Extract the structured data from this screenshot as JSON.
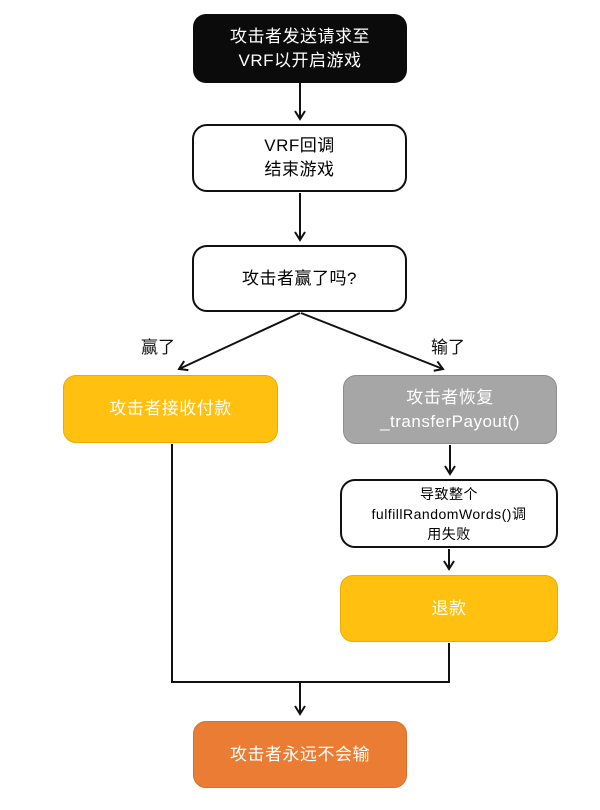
{
  "flowchart": {
    "nodes": {
      "start": {
        "label": "攻击者发送请求至\nVRF以开启游戏",
        "bg": "#0B0B0B",
        "fg": "#FFFFFF"
      },
      "vrf_callback": {
        "label": "VRF回调\n结束游戏",
        "bg": "#FFFFFF",
        "fg": "#111111"
      },
      "decision": {
        "label": "攻击者赢了吗?",
        "bg": "#FFFFFF",
        "fg": "#111111"
      },
      "receive_payment": {
        "label": "攻击者接收付款",
        "bg": "#FFC010",
        "fg": "#FFFFFF"
      },
      "revert_payout": {
        "label": "攻击者恢复\n_transferPayout()",
        "bg": "#A6A6A6",
        "fg": "#FFFFFF"
      },
      "fulfill_fail": {
        "label": "导致整个\nfulfillRandomWords()调\n用失败",
        "bg": "#FFFFFF",
        "fg": "#111111"
      },
      "refund": {
        "label": "退款",
        "bg": "#FFC010",
        "fg": "#FFFFFF"
      },
      "never_lose": {
        "label": "攻击者永远不会输",
        "bg": "#EA7D33",
        "fg": "#FFFFFF"
      }
    },
    "edge_labels": {
      "win": "赢了",
      "lose": "输了"
    },
    "line_color": "#111111"
  }
}
